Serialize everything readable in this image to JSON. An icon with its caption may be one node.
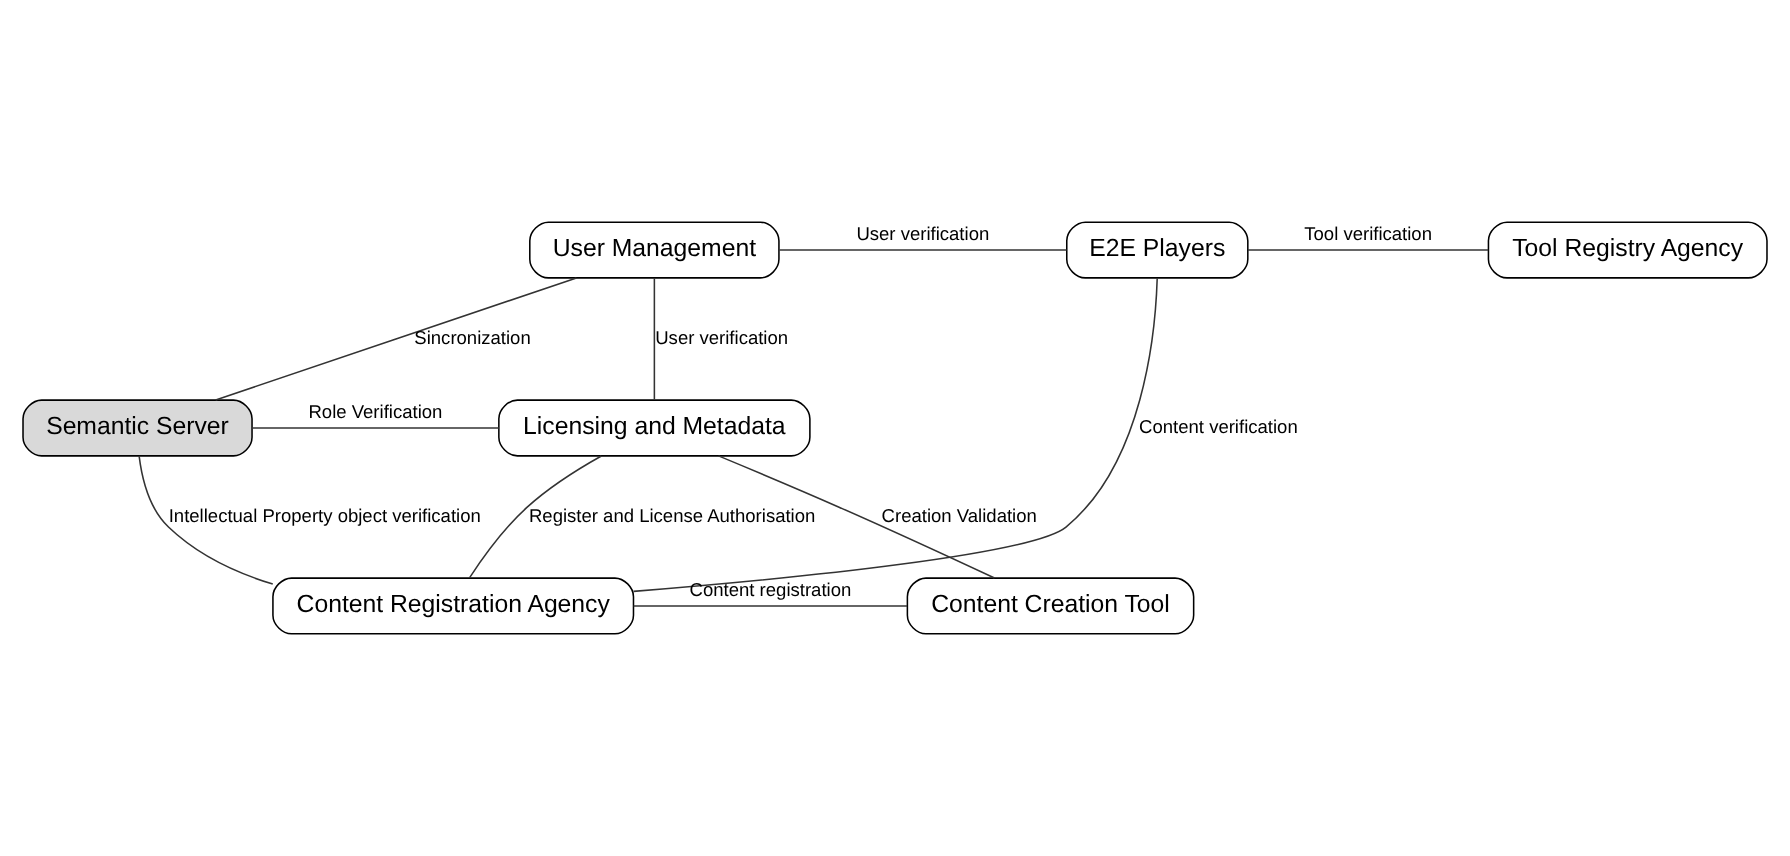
{
  "diagram": {
    "nodes": [
      {
        "text": [
          "User Management"
        ]
      },
      {
        "text": [
          "E2E Players"
        ]
      },
      {
        "text": [
          "Tool Registry Agency"
        ]
      },
      {
        "text": [
          "Content Registration Agency"
        ]
      },
      {
        "text": [
          "Content Creation Tool"
        ]
      },
      {
        "text": [
          "Semantic Server"
        ]
      },
      {
        "text": [
          "Licensing and Metadata"
        ]
      }
    ],
    "edges": [
      {
        "from": 0,
        "to": 1,
        "arrow": "none",
        "label": "User verification"
      },
      {
        "from": 1,
        "to": 2,
        "arrow": "none",
        "label": "Tool verification"
      },
      {
        "from": 0,
        "to": 6,
        "arrow": "none",
        "label": "User verification"
      },
      {
        "from": 1,
        "to": 3,
        "arrow": "none",
        "label": "Content verification"
      },
      {
        "from": 5,
        "to": 3,
        "arrow": "none",
        "label": "Intellectual Property object verification"
      },
      {
        "from": 3,
        "to": 4,
        "arrow": "none",
        "label": "Content registration"
      },
      {
        "from": 0,
        "to": 5,
        "arrow": "none",
        "label": "Sincronization"
      },
      {
        "from": 3,
        "to": 6,
        "arrow": "none",
        "label": "Register and License Authorisation"
      },
      {
        "from": 5,
        "to": 6,
        "arrow": "none",
        "label": "Role Verification"
      },
      {
        "from": 6,
        "to": 4,
        "arrow": "none",
        "label": "Creation Validation"
      }
    ]
  }
}
